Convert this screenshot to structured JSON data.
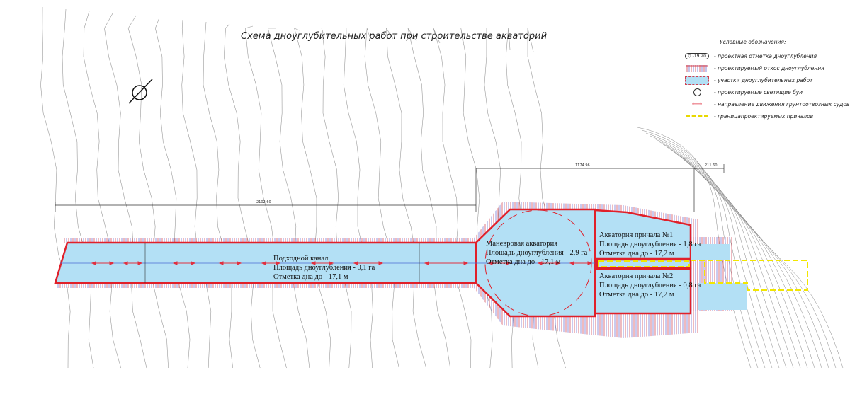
{
  "title": "Схема дноуглубительных работ при строительстве акваторий",
  "legend": {
    "title": "Условные обозначения:",
    "items": [
      {
        "symbol": "depth-mark",
        "symbol_text": "▽ -19.20",
        "label": "- проектная отметка дноуглубления"
      },
      {
        "symbol": "slope-hatch",
        "label": "- проектируемый откос дноуглубления"
      },
      {
        "symbol": "blue-area",
        "label": "- участки дноуглубительных работ"
      },
      {
        "symbol": "buoy",
        "label": "- проектируемые светящие буи"
      },
      {
        "symbol": "red-arrow",
        "label": "- направление движения грунтоотвозных судов"
      },
      {
        "symbol": "yellow-dashed",
        "label": "- границапроектируемых причалов"
      }
    ]
  },
  "areas": {
    "channel": {
      "name": "Подходной канал",
      "area": "Площадь дноуглубления - 0,1 га",
      "depth": "Отметка дна до - 17,1 м"
    },
    "maneuver": {
      "name": "Маневровая акватория",
      "area": "Площадь дноуглубления - 2,9 га",
      "depth": "Отметка дна до - 17,1 м"
    },
    "berth1": {
      "name": "Акватория причала №1",
      "area": "Площадь дноуглубления - 1,8 га",
      "depth": "Отметка дна до - 17,2 м"
    },
    "berth2": {
      "name": "Акватория причала №2",
      "area": "Площадь дноуглубления - 0,8 га",
      "depth": "Отметка дна до - 17,2 м"
    }
  },
  "dimensions": [
    "2102.60",
    "1174.96",
    "211.60"
  ],
  "colors": {
    "water": "#b3e0f5",
    "border": "#e0202a",
    "berth": "#f2e600",
    "slope": "#7b7bd0"
  }
}
